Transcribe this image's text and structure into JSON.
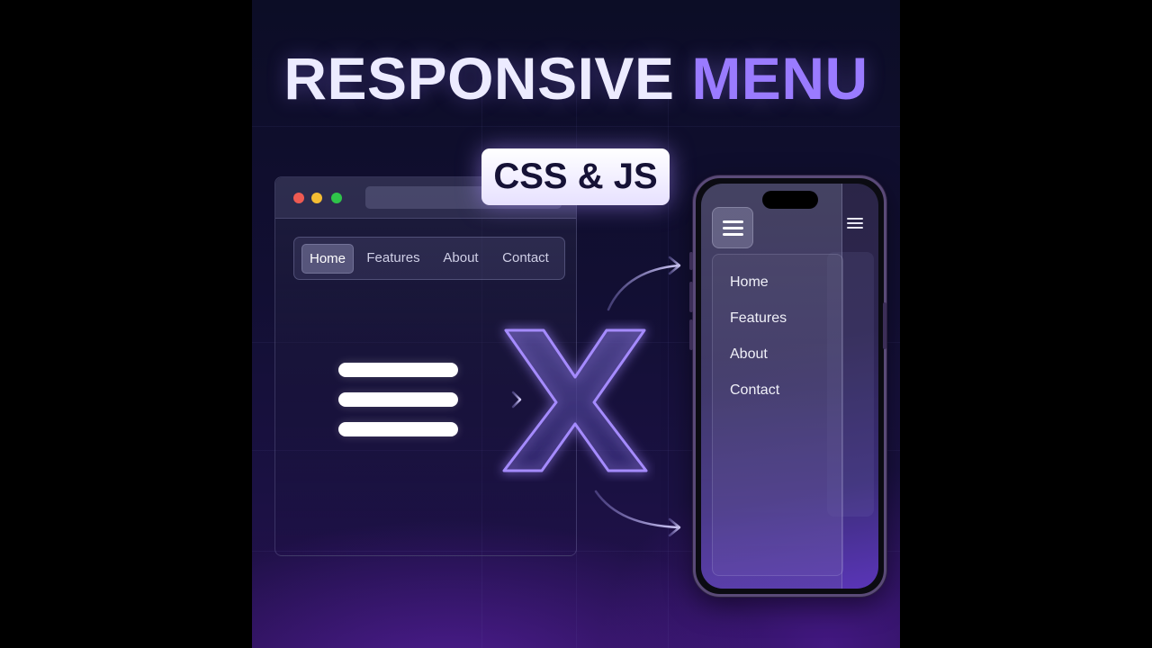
{
  "title": {
    "word1": "RESPONSIVE",
    "word2": "MENU"
  },
  "badge": "CSS & JS",
  "browser": {
    "nav_items": [
      {
        "label": "Home",
        "active": true
      },
      {
        "label": "Features",
        "active": false
      },
      {
        "label": "About",
        "active": false
      },
      {
        "label": "Contact",
        "active": false
      }
    ]
  },
  "icons": {
    "hamburger": "hamburger-icon",
    "close": "close-x-icon"
  },
  "phone": {
    "menu_items": [
      "Home",
      "Features",
      "About",
      "Contact"
    ]
  },
  "colors": {
    "accent": "#9a7bff",
    "background": "#120f33",
    "title_light": "#ecebff"
  }
}
